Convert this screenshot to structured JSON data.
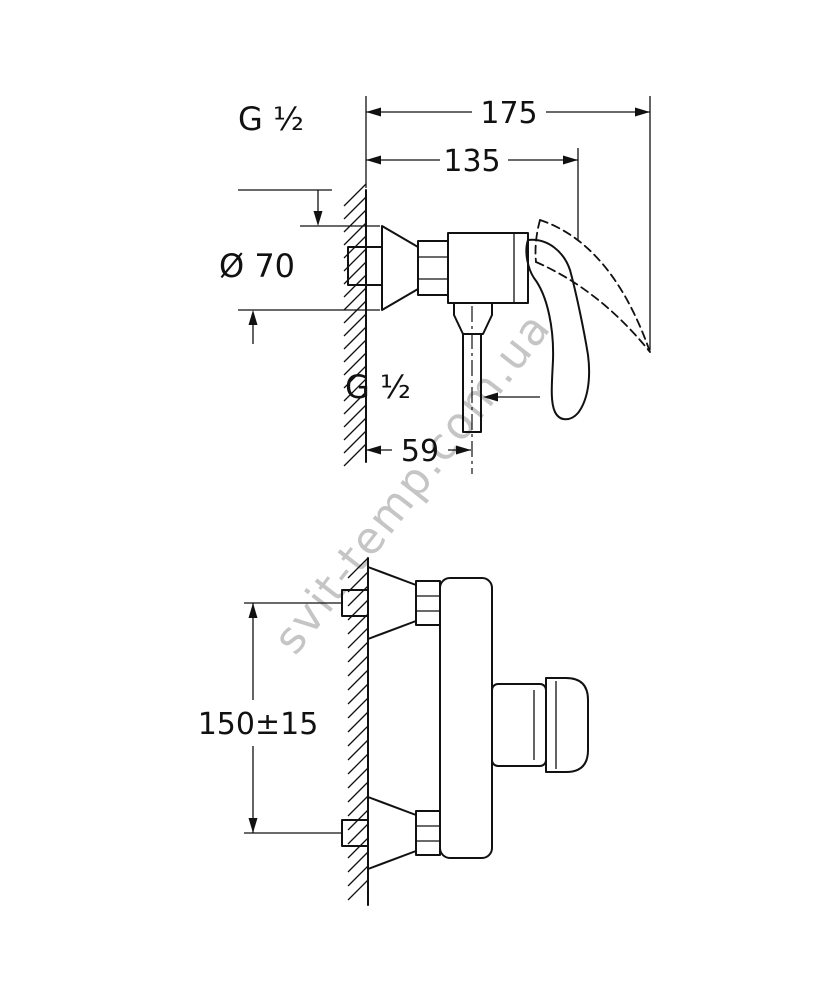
{
  "watermark": "svit-temp.com.ua",
  "side_view": {
    "label_inlet_thread": "G ¹⁄₂",
    "label_escutcheon_diameter": "Ø 70",
    "dim_total_depth": "175",
    "dim_body_depth": "135",
    "label_outlet_thread": "G ¹⁄₂",
    "dim_outlet_offset": "59"
  },
  "front_view": {
    "dim_connection_spacing": "150±15"
  }
}
